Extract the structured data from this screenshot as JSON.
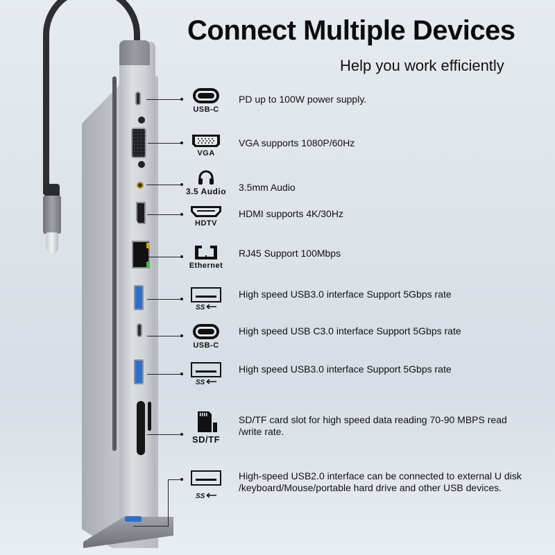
{
  "header": {
    "title": "Connect Multiple Devices",
    "subtitle": "Help you work efficiently"
  },
  "features": [
    {
      "icon": "usb-c-icon",
      "label": "USB-C",
      "description": "PD up to 100W power supply."
    },
    {
      "icon": "vga-icon",
      "label": "VGA",
      "description": "VGA supports 1080P/60Hz"
    },
    {
      "icon": "headphones-icon",
      "label": "3.5 Audio",
      "description": "3.5mm Audio"
    },
    {
      "icon": "hdmi-icon",
      "label": "HDTV",
      "description": "HDMI supports 4K/30Hz"
    },
    {
      "icon": "ethernet-icon",
      "label": "Ethernet",
      "description": "RJ45 Support 100Mbps"
    },
    {
      "icon": "usb-a-ss-icon",
      "label": "SS",
      "description": "High speed USB3.0 interface Support 5Gbps rate"
    },
    {
      "icon": "usb-c-icon",
      "label": "USB-C",
      "description": "High speed USB C3.0 interface Support 5Gbps rate"
    },
    {
      "icon": "usb-a-ss-icon",
      "label": "SS",
      "description": "High speed USB3.0 interface Support 5Gbps rate"
    },
    {
      "icon": "sd-tf-card-icon",
      "label": "SD/TF",
      "description_line1": "SD/TF card slot for high speed data reading 70-90 MBPS read",
      "description_line2": "/write rate."
    },
    {
      "icon": "usb-a-ss-icon",
      "label": "SS",
      "description_line1": "High-speed USB2.0 interface can be connected to external U disk",
      "description_line2": "/keyboard/Mouse/portable hard drive and other USB devices."
    }
  ],
  "colors": {
    "text": "#111111",
    "usb3_blue": "#2f6fcc",
    "hub_silver": "#c9ccd1",
    "cable": "#2e2f33"
  }
}
